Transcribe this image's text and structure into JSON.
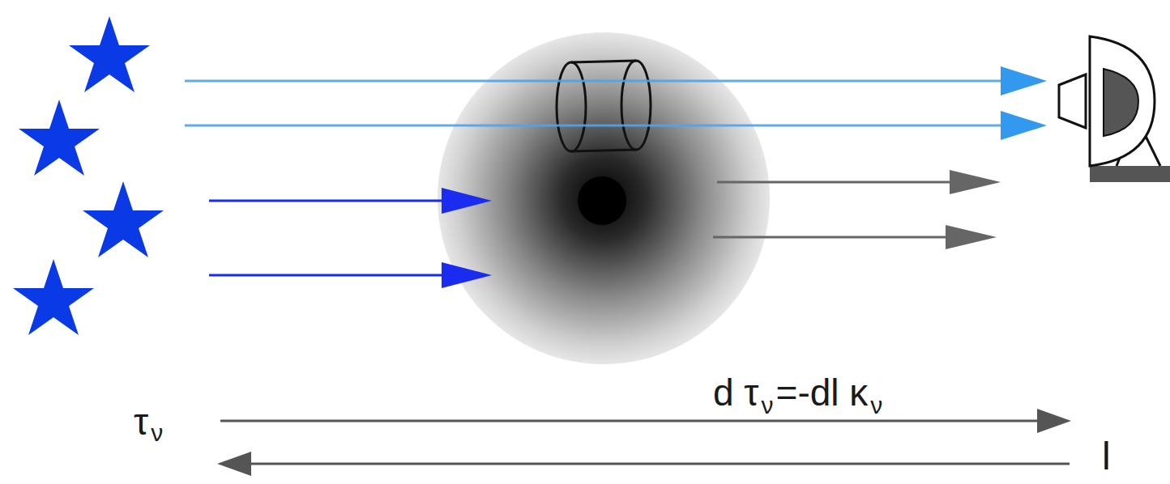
{
  "diagram": {
    "labels": [
      "d τ",
      "ν",
      "=-dl κ",
      "ν",
      "τ",
      "ν",
      "l"
    ]
  }
}
